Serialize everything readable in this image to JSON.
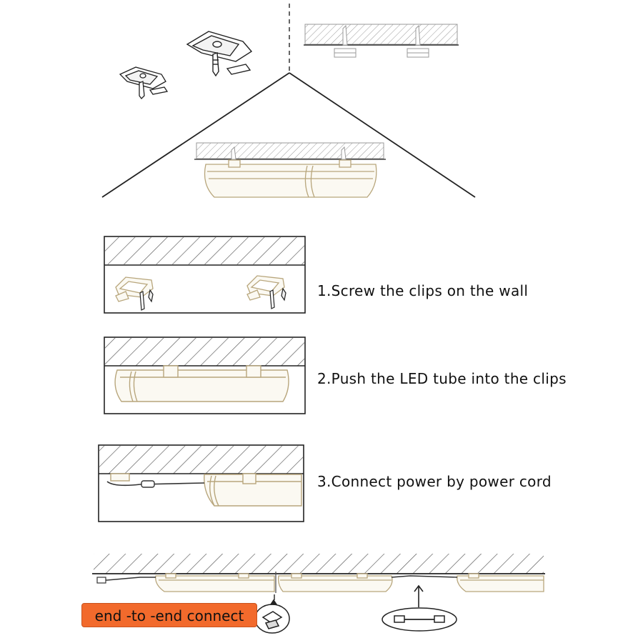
{
  "steps": [
    {
      "text": "1.Screw the clips on the wall"
    },
    {
      "text": "2.Push the LED tube into the clips"
    },
    {
      "text": "3.Connect power by power cord"
    }
  ],
  "badge": {
    "text": "end -to -end connect",
    "color": "#f26a2c"
  },
  "colors": {
    "tube": "#b8a67c",
    "tube_fill": "#f7f4ea",
    "line": "#222222",
    "hatch": "#555555"
  }
}
